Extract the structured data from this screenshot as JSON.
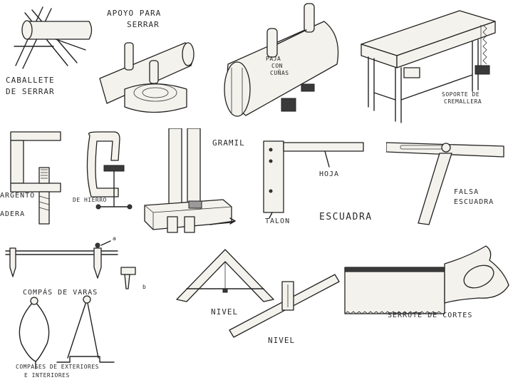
{
  "labels": {
    "caballete": [
      "CABALLETE",
      "DE SERRAR"
    ],
    "apoyo": [
      "APOYO PARA",
      "SERRAR"
    ],
    "paja": [
      "PAJA",
      "CON",
      "CUÑAS"
    ],
    "soporte": [
      "SOPORTE DE",
      "CREMALLERA"
    ],
    "sargento": [
      "ARGENTO",
      "ADERA"
    ],
    "hierro": "DE HIERRO",
    "gramil": "GRAMIL",
    "hoja": "HOJA",
    "talon": "TALON",
    "escuadra": "ESCUADRA",
    "falsa": [
      "FALSA",
      "ESCUADRA"
    ],
    "compas_varas": "COMPÁS DE VARAS",
    "a": "a",
    "b": "b",
    "compases": [
      "COMPASES DE EXTERIORES",
      "E INTERIORES"
    ],
    "nivel1": "NIVEL",
    "nivel2": "NIVEL",
    "serrote": "SERROTE DE CORTES"
  },
  "colors": {
    "ink": "#222222",
    "background": "#ffffff",
    "wood": "#f4f2ec"
  }
}
